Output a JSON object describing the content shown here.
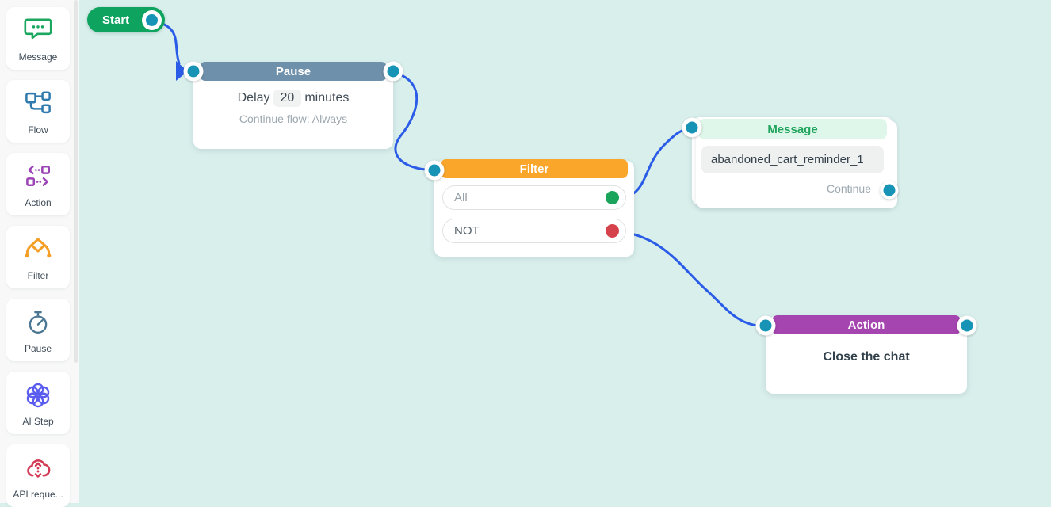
{
  "sidebar": {
    "items": [
      {
        "label": "Message",
        "icon": "message-icon"
      },
      {
        "label": "Flow",
        "icon": "flow-icon"
      },
      {
        "label": "Action",
        "icon": "action-icon"
      },
      {
        "label": "Filter",
        "icon": "filter-icon"
      },
      {
        "label": "Pause",
        "icon": "pause-icon"
      },
      {
        "label": "AI Step",
        "icon": "ai-step-icon"
      },
      {
        "label": "API reque...",
        "icon": "api-request-icon"
      }
    ]
  },
  "canvas": {
    "start": {
      "label": "Start"
    },
    "nodes": {
      "pause": {
        "title": "Pause",
        "delay_label": "Delay",
        "delay_value": "20",
        "delay_unit": "minutes",
        "continue_text": "Continue flow: Always"
      },
      "filter": {
        "title": "Filter",
        "rows": [
          {
            "label": "All",
            "dot": "green"
          },
          {
            "label": "NOT",
            "dot": "red"
          }
        ]
      },
      "message": {
        "title": "Message",
        "body": "abandoned_cart_reminder_1",
        "continue_label": "Continue"
      },
      "action": {
        "title": "Action",
        "body": "Close the chat"
      }
    }
  },
  "theme": {
    "canvas-bg": "#D9EFEC",
    "sidebar-bg": "#F7F8F7",
    "start-green": "#0FA360",
    "pause-header": "#6E90AA",
    "filter-header": "#F9A62A",
    "message-header-bg": "#DFF6EA",
    "message-header-text": "#1FA55C",
    "action-header": "#A545B0",
    "connector": "#1793B5",
    "line": "#2B5CE7",
    "dot-green": "#1BA45C",
    "dot-red": "#D5424B"
  }
}
